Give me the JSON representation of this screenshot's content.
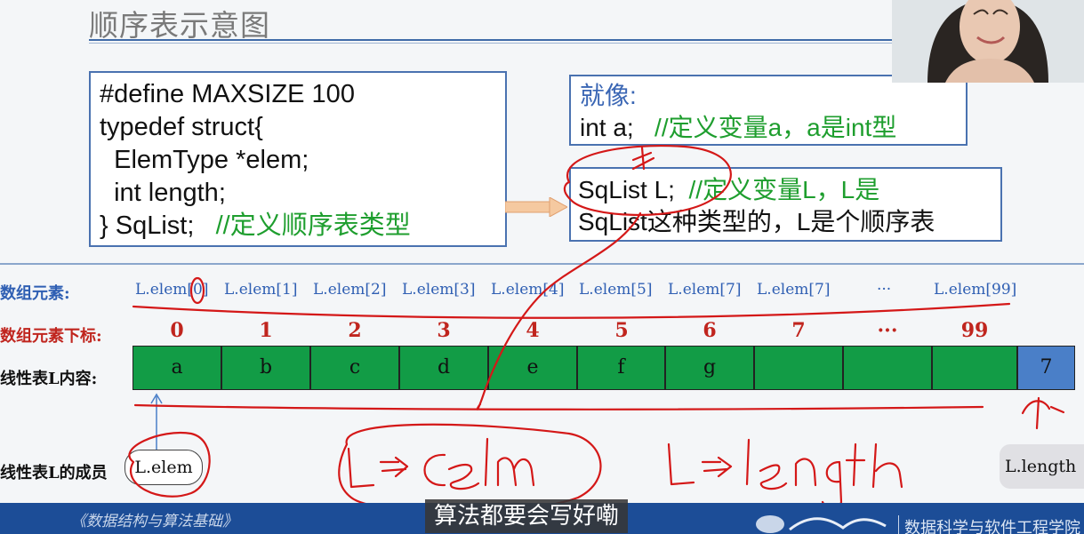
{
  "slide": {
    "title": "顺序表示意图"
  },
  "code_box": {
    "lines": [
      "#define MAXSIZE 100",
      "typedef struct{",
      "  ElemType *elem;",
      "  int length;",
      "} SqList;"
    ],
    "comment": "//定义顺序表类型"
  },
  "like_box": {
    "label": "就像:",
    "code": "int a;",
    "comment": "//定义变量a，a是int型"
  },
  "sqlist_box": {
    "code": "SqList L;",
    "comment_line1": "//定义变量L，L是",
    "comment_line2": "SqList这种类型的，L是个顺序表"
  },
  "table": {
    "row_labels": {
      "elements": "数组元素:",
      "indices": "数组元素下标:",
      "content": "线性表L内容:",
      "members": "线性表L的成员"
    },
    "element_names": [
      "L.elem[0]",
      "L.elem[1]",
      "L.elem[2]",
      "L.elem[3]",
      "L.elem[4]",
      "L.elem[5]",
      "L.elem[7]",
      "L.elem[7]",
      "···",
      "L.elem[99]"
    ],
    "indices": [
      "0",
      "1",
      "2",
      "3",
      "4",
      "5",
      "6",
      "7",
      "···",
      "99"
    ],
    "cells": [
      "a",
      "b",
      "c",
      "d",
      "e",
      "f",
      "g",
      "",
      "",
      ""
    ],
    "length_value": "7",
    "member_elem": "L.elem",
    "member_length": "L.length"
  },
  "annotations": {
    "handwritten_elem": "L->elem",
    "handwritten_length": "L->length"
  },
  "footer": {
    "left_text": "《数据结构与算法基础》",
    "right_text": "数据科学与软件工程学院"
  },
  "subtitle": "算法都要会写好嘞",
  "colors": {
    "cell_green": "#129c46",
    "cell_blue": "#4a7fc8",
    "ink_red": "#d41818",
    "comment_green": "#1e9e2e",
    "footer_blue": "#1c4d97"
  }
}
